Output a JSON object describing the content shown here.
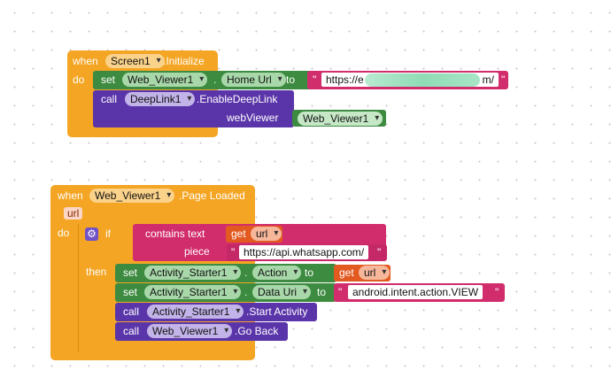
{
  "screen_init": {
    "when": "when",
    "component": "Screen1",
    "event": ".Initialize",
    "do": "do",
    "set_home": {
      "set": "set",
      "component": "Web_Viewer1",
      "property": "Home Url",
      "to": "to",
      "url_prefix": "https://e",
      "url_suffix": "m/",
      "url_redacted": true
    },
    "call_deeplink": {
      "call": "call",
      "component": "DeepLink1",
      "method": ".EnableDeepLink",
      "param": "webViewer",
      "value": "Web_Viewer1"
    }
  },
  "page_loaded": {
    "when": "when",
    "component": "Web_Viewer1",
    "event": ".Page Loaded",
    "param": "url",
    "do": "do",
    "if_block": {
      "if": "if",
      "contains_text": "contains  text",
      "get": "get",
      "get_var": "url",
      "piece": "piece",
      "piece_value": "https://api.whatsapp.com/",
      "then": "then"
    },
    "set_action": {
      "set": "set",
      "component": "Activity_Starter1",
      "property": "Action",
      "to": "to",
      "get": "get",
      "get_var": "url"
    },
    "set_data_uri": {
      "set": "set",
      "component": "Activity_Starter1",
      "property": "Data Uri",
      "to": "to",
      "value": "android.intent.action.VIEW"
    },
    "call_start": {
      "call": "call",
      "component": "Activity_Starter1",
      "method": ".Start Activity"
    },
    "call_goback": {
      "call": "call",
      "component": "Web_Viewer1",
      "method": ".Go Back"
    }
  },
  "colors": {
    "control": "#f4a523",
    "component_set": "#3d8b40",
    "component_call": "#5a35a9",
    "text": "#d12d6c",
    "variable": "#e25a20"
  }
}
